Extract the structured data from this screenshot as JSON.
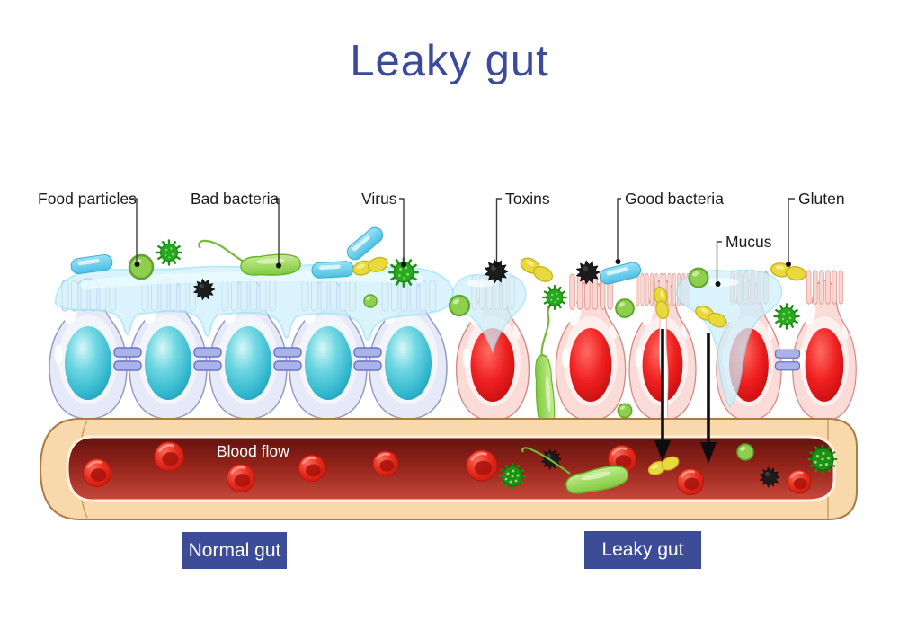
{
  "title": "Leaky gut",
  "callouts": {
    "food_particles": "Food particles",
    "bad_bacteria": "Bad bacteria",
    "virus": "Virus",
    "toxins": "Toxins",
    "good_bacteria": "Good bacteria",
    "gluten": "Gluten",
    "mucus": "Mucus"
  },
  "blood_vessel": {
    "flow_label": "Blood flow"
  },
  "section_badges": {
    "normal": "Normal gut",
    "leaky": "Leaky gut"
  },
  "colors": {
    "title_text": "#3b4a9b",
    "badge_bg": "#3d4c96",
    "badge_text": "#ffffff",
    "callout_text": "#1b1b1b",
    "mucus": "#cdeffb",
    "normal_cell_body": "#e6e9f7",
    "normal_cell_nucleus": "#30b5cc",
    "leaky_cell_body": "#fadbd7",
    "leaky_cell_nucleus": "#e31b1b",
    "tight_junction": "#a9b3ea",
    "vessel_wall": "#f9d9ab",
    "blood": "#9c2a1e",
    "good_bacteria": "#5ec9ea",
    "bad_bacteria": "#8ccc4a",
    "virus": "#23a31d",
    "toxin": "#1c1c1c",
    "gluten": "#e9d83a",
    "food_particle": "#8ed04e"
  }
}
